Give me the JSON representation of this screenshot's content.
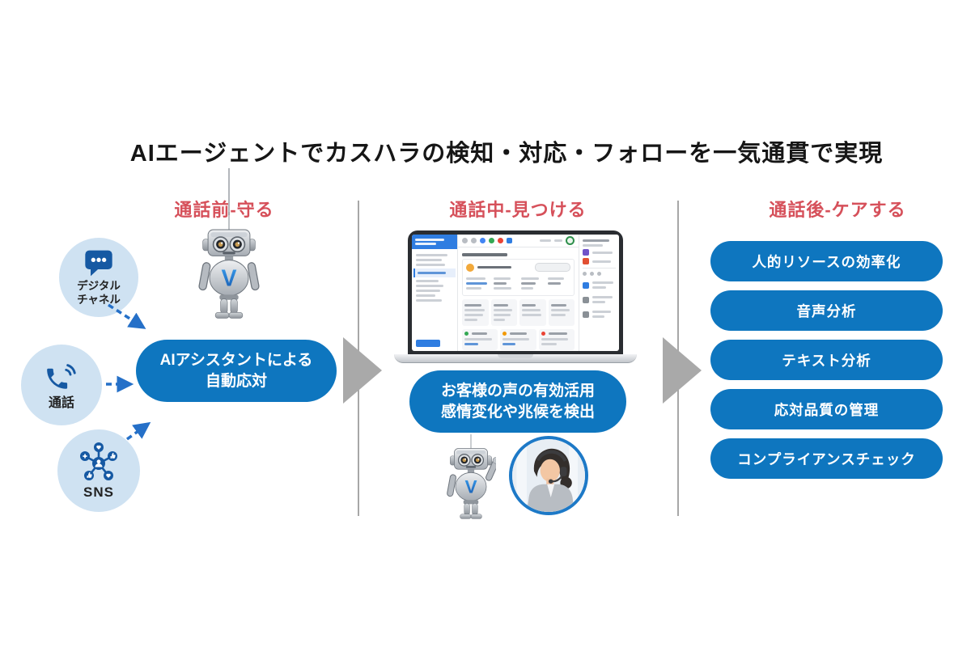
{
  "diagram": {
    "title": "AIエージェントでカスハラの検知・対応・フォローを一気通貫で実現",
    "stages": [
      {
        "header": "通話前-守る"
      },
      {
        "header": "通話中-見つける"
      },
      {
        "header": "通話後-ケアする"
      }
    ],
    "pre_call": {
      "channels": [
        {
          "icon": "chat-bubble-icon",
          "line1": "デジタル",
          "line2": "チャネル"
        },
        {
          "icon": "phone-icon",
          "line1": "通話"
        },
        {
          "icon": "sns-network-icon",
          "line1": "SNS"
        }
      ],
      "pill": {
        "line1": "AIアシスタントによる",
        "line2": "自動応対"
      }
    },
    "in_call": {
      "pill": {
        "line1": "お客様の声の有効活用",
        "line2": "感情変化や兆候を検出"
      }
    },
    "post_call": {
      "pills": [
        "人的リソースの効率化",
        "音声分析",
        "テキスト分析",
        "応対品質の管理",
        "コンプライアンスチェック"
      ]
    },
    "robot_chest_letter": "V",
    "colors": {
      "accent_blue": "#0e76bf",
      "header_red": "#d6505a",
      "channel_circle": "#cfe2f2",
      "icon_navy": "#1659a3",
      "dashed_arrow_blue": "#2570c8",
      "flow_arrow_gray": "#a9a9a9"
    }
  }
}
